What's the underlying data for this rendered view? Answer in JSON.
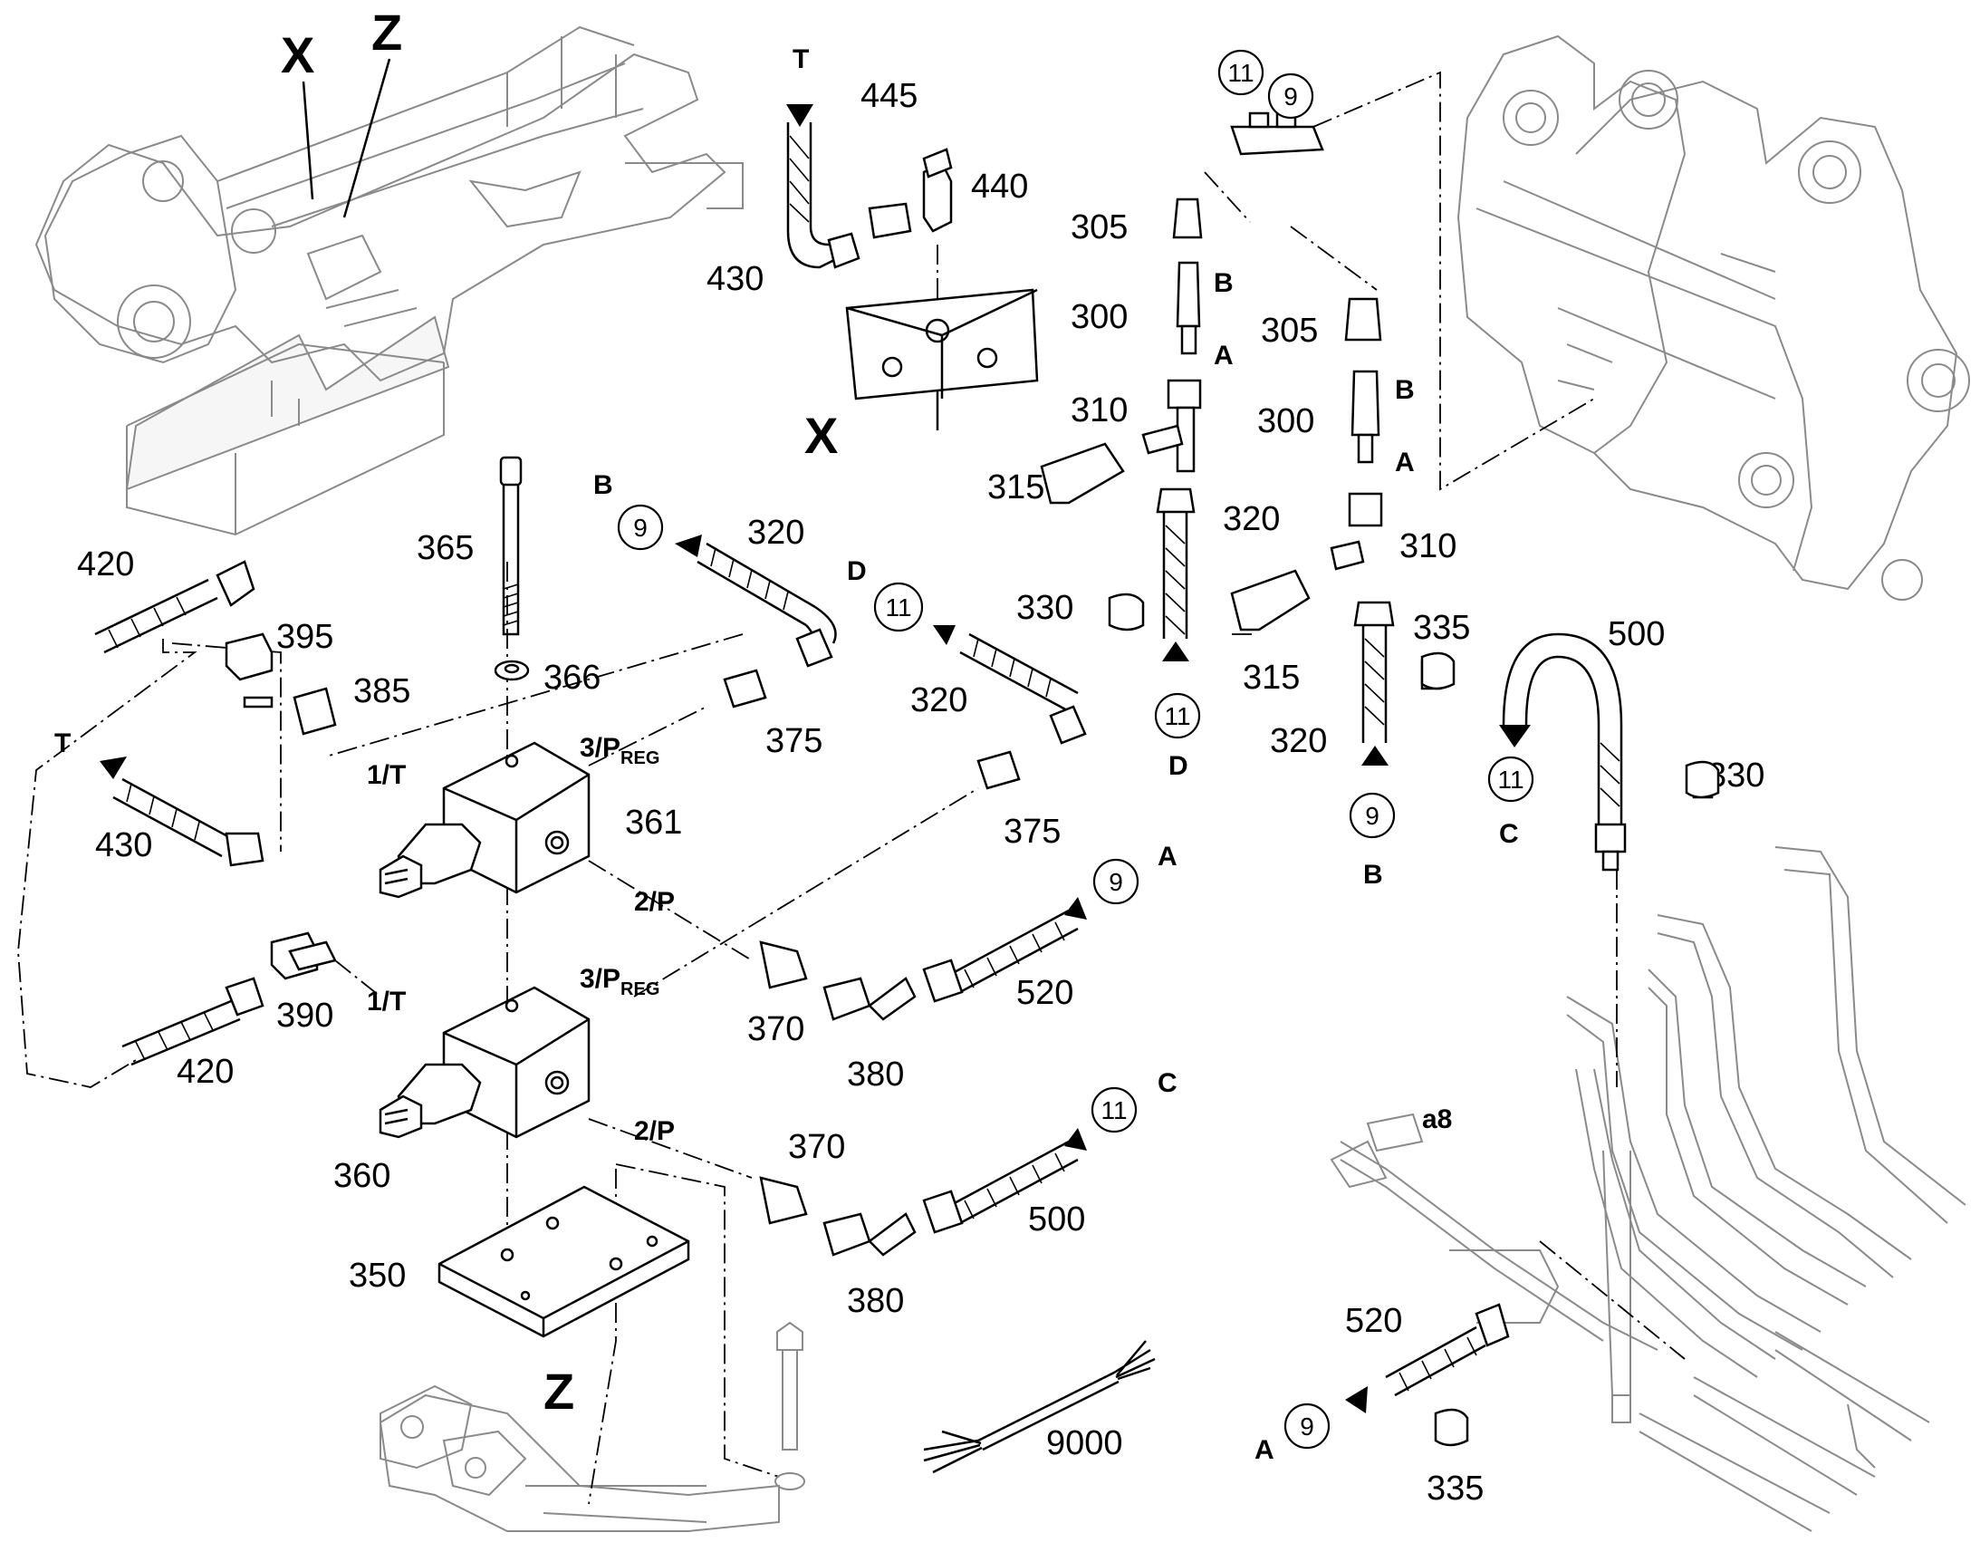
{
  "view_labels": {
    "x_top": "X",
    "z_top": "Z",
    "x_mid": "X",
    "z_bottom": "Z"
  },
  "part_numbers": {
    "p445": "445",
    "p440": "440",
    "p430_top": "430",
    "p305_a": "305",
    "p300_a": "300",
    "p310_a": "310",
    "p315_a": "315",
    "p305_b": "305",
    "p300_b": "300",
    "p320_c": "320",
    "p330_a": "330",
    "p310_b": "310",
    "p315_b": "315",
    "p335_a": "335",
    "p320_d": "320",
    "p500_hose": "500",
    "p330_b": "330",
    "p365": "365",
    "p366": "366",
    "p320_a": "320",
    "p320_b": "320",
    "p375_a": "375",
    "p375_b": "375",
    "p361": "361",
    "p420_a": "420",
    "p395": "395",
    "p385": "385",
    "p430_mid": "430",
    "p390": "390",
    "p420_b": "420",
    "p370_a": "370",
    "p380_a": "380",
    "p520_a": "520",
    "p360": "360",
    "p370_b": "370",
    "p380_b": "380",
    "p500_b": "500",
    "p350": "350",
    "p9000": "9000",
    "p520_b": "520",
    "p335_b": "335",
    "a8": "a8"
  },
  "port_labels": {
    "t_top": "T",
    "b_300a": "B",
    "a_300a": "A",
    "b_300b": "B",
    "a_300b": "A",
    "b_320": "B",
    "d_320": "D",
    "d_330": "D",
    "b_9": "B",
    "c_11": "C",
    "t_430": "T",
    "a_520": "A",
    "c_500": "C",
    "a_bottom": "A",
    "p1t_a": "1/T",
    "p3_a": "3/P",
    "p3_a_sub": "REG",
    "p2_a": "2/P",
    "p1t_b": "1/T",
    "p3_b": "3/P",
    "p3_b_sub": "REG",
    "p2_b": "2/P"
  },
  "circle_refs": {
    "c11_top": "11",
    "c9_top": "9",
    "c9_b": "9",
    "c11_d": "11",
    "c11_330": "11",
    "c9_320": "9",
    "c11_500": "11",
    "c9_520": "9",
    "c11_500b": "11",
    "c9_bottom": "9"
  }
}
